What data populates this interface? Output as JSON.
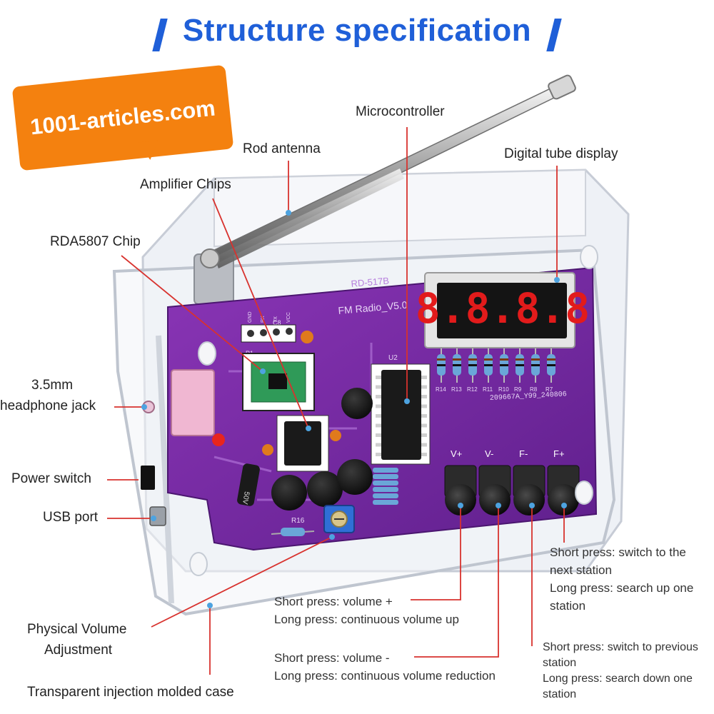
{
  "header": {
    "title": "Structure specification"
  },
  "watermark": {
    "text": "1001-articles.com"
  },
  "labels": {
    "microcontroller": "Microcontroller",
    "rod_antenna": "Rod antenna",
    "digital_tube_display": "Digital tube display",
    "amplifier_chips": "Amplifier Chips",
    "rda5807_chip": "RDA5807 Chip",
    "headphone_jack_line1": "3.5mm",
    "headphone_jack_line2": "headphone jack",
    "power_switch": "Power switch",
    "usb_port": "USB port",
    "volume_adjust_line1": "Physical Volume",
    "volume_adjust_line2": "Adjustment",
    "case": "Transparent injection molded case"
  },
  "button_descriptions": {
    "volume_up": {
      "short": "Short press: volume +",
      "long": "Long press: continuous volume up"
    },
    "volume_down": {
      "short": "Short press: volume -",
      "long": "Long press: continuous volume reduction"
    },
    "next_station": {
      "lines": [
        "Short press: switch to the",
        "next station",
        "Long press: search up one",
        "station"
      ]
    },
    "previous_station": {
      "lines": [
        "Short press: switch to previous",
        "station",
        "Long press: search down one",
        "station"
      ]
    }
  },
  "board": {
    "model": "RD-517B",
    "version": "FM Radio_V5.0",
    "serial": "209667A_Y99_240806",
    "display_digits": "8.8.8.8",
    "capacitor_voltage": "50V",
    "buttons": [
      "V+",
      "V-",
      "F-",
      "F+"
    ],
    "resistor_labels": [
      "R14",
      "R13",
      "R12",
      "R11",
      "R10",
      "R9",
      "R8",
      "R7"
    ],
    "component_labels": {
      "u2": "U2",
      "r16": "R16",
      "c8": "C8",
      "p1": "P1"
    },
    "pin_labels": [
      "GND",
      "RX",
      "TX",
      "VCC"
    ]
  },
  "colors": {
    "title_blue": "#1f5fd8",
    "badge_orange": "#f4810f",
    "pcb_purple": "#7a2ba8",
    "leader_red": "#d8322e",
    "segment_red": "#e21b1b",
    "pot_blue": "#2f6fd6"
  }
}
